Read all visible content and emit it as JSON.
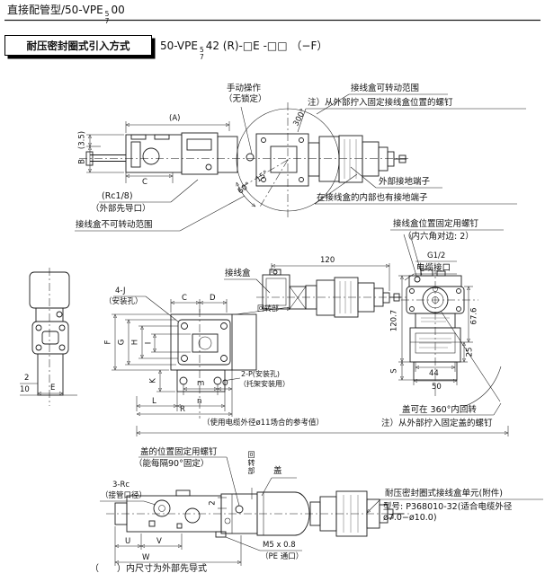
{
  "header": {
    "title_prefix": "直接配管型/50-VPE",
    "title_frac_num": "5",
    "title_frac_den": "7",
    "title_suffix": "00"
  },
  "section": {
    "box_label": "耐压密封圈式引入方式",
    "model_prefix": "50-VPE",
    "model_frac_num": "5",
    "model_frac_den": "7",
    "model_suffix": "42 (R)-□E -□□ （−F）"
  },
  "top_view": {
    "manual_op_line1": "手动操作",
    "manual_op_line2": "（无锁定）",
    "rotatable_range": "接线盒可转动范围",
    "screw_note": "注）从外部拧入固定接线盒位置的螺钉",
    "ext_ground": "外部接地端子",
    "int_ground": "在接线盒的内部也有接地端子",
    "rc18": "(Rc1/8)",
    "ext_pilot": "（外部先导口）",
    "non_rotatable": "接线盒不可转动范围",
    "angle_300": "300°",
    "angle_60": "60°",
    "angle_15": "15°",
    "dim_a": "(A)",
    "dim_35": "(3.5)",
    "dim_b": "B",
    "dim_c": "C"
  },
  "small_view": {
    "dim_2": "2",
    "dim_10": "10",
    "dim_e": "E"
  },
  "plan_view": {
    "holes_4j_line1": "4-J",
    "holes_4j_line2": "（安装孔）",
    "dim_c": "C",
    "dim_d": "D",
    "dim_120": "120",
    "junction_box": "接线盒",
    "rotating_part": "回转部",
    "dim_f": "F",
    "dim_g": "G",
    "dim_h": "H",
    "dim_i": "I",
    "dim_k": "K",
    "holes_2p_line1": "2-P(安装孔)",
    "holes_2p_line2": "（托架安装用）",
    "dim_m": "m",
    "dim_o": "O",
    "dim_l": "L",
    "dim_n": "n",
    "dim_r": "R",
    "cable_ref_note": "（使用电缆外径ø11场合的参考值）"
  },
  "front_view": {
    "pos_screw_line1": "接线盒位置固定用螺钉",
    "pos_screw_line2": "（内六角对边: 2）",
    "g_thread": "G1/2",
    "cable_port": "电缆接口",
    "dim_120_7": "120.7",
    "dim_67_6": "67.6",
    "dim_25": "25",
    "dim_s": "S",
    "dim_44": "44",
    "dim_50": "50",
    "cover_rotate": "盖可在 360°内回转",
    "cover_screw_note": "注）从外部拧入固定盖的螺钉"
  },
  "bottom_view": {
    "cover_screw_line1": "盖的位置固定用螺钉",
    "cover_screw_line2": "（能每隔90°固定）",
    "ports_line1": "3-Rc",
    "ports_line2": "（接管口径）",
    "rotating_part": "回转部",
    "cover": "盖",
    "dim_2": "2",
    "pe_line1": "M5 x 0.8",
    "pe_line2": "（PE 通口）",
    "dim_u": "U",
    "dim_v": "V",
    "dim_w": "W",
    "unit_title": "耐压密封圈式接线盒单元(附件)",
    "unit_model": "型号: P368010-32(适合电缆外径 ø7.0−ø10.0)"
  },
  "footer": {
    "note": "（　　）内尺寸为外部先导式"
  },
  "colors": {
    "ink": "#1c1c1c",
    "paper": "#ffffff"
  }
}
